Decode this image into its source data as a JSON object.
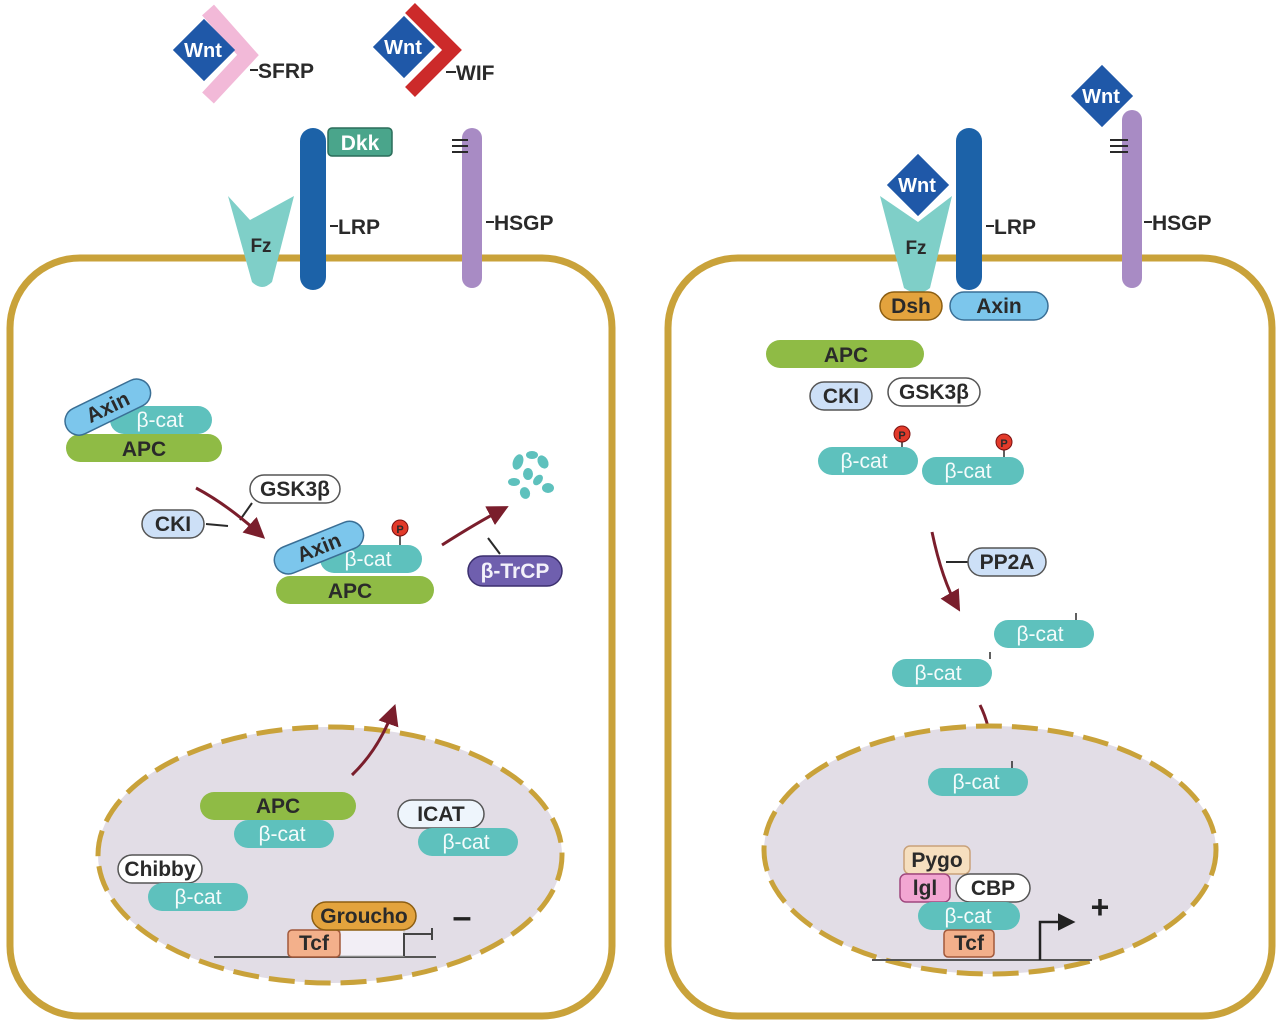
{
  "labels": {
    "wnt": "Wnt",
    "sfrp": "SFRP",
    "wif": "WIF",
    "dkk": "Dkk",
    "fz": "Fz",
    "lrp": "LRP",
    "hsgp": "HSGP",
    "axin": "Axin",
    "beta_cat": "β-cat",
    "apc": "APC",
    "gsk3b": "GSK3β",
    "cki": "CKI",
    "p": "P",
    "btrcp": "β-TrCP",
    "icat": "ICAT",
    "chibby": "Chibby",
    "groucho": "Groucho",
    "tcf": "Tcf",
    "minus": "–",
    "dsh": "Dsh",
    "pp2a": "PP2A",
    "pygo": "Pygo",
    "lgl": "lgl",
    "cbp": "CBP",
    "plus": "+"
  },
  "colors": {
    "membrane": "#c9a23a",
    "nucleus_fill": "#e2dde6",
    "beta_cat": "#5ec1bd",
    "apc": "#8fbb45",
    "axin": "#7cc6ec",
    "wnt": "#1f58a8",
    "lrp": "#1c62a8",
    "hsgp": "#a88bc4",
    "fz": "#7fcfc8",
    "dkk": "#4aa58b",
    "sfrp": "#f2b9d8",
    "wif": "#cc2a2a",
    "groucho": "#e3a33d",
    "tcf": "#f3b08b",
    "btrcp": "#6f5fae",
    "arrow": "#7a1e2c",
    "phospho": "#e23a2a",
    "pygo": "#f6dfbf",
    "lgl": "#f2a6d2",
    "cki": "#cde0f7"
  }
}
